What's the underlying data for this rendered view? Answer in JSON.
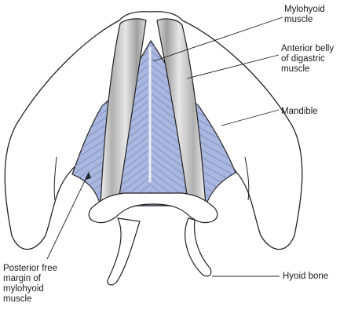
{
  "labels": {
    "mylohyoid": "Mylohyoid\nmuscle",
    "anterior_belly": "Anterior belly\nof digastric\nmuscle",
    "mandible": "Mandible",
    "posterior_margin": "Posterior free\nmargin of\nmylohyoid\nmuscle",
    "hyoid": "Hyoid bone"
  },
  "colors": {
    "muscle_fill": "#a9b6de",
    "muscle_fibers": "#7a86b2",
    "bone_fill": "#ffffff",
    "outline": "#222222",
    "digastric_light": "#e2e2e2",
    "digastric_dark": "#9a9a9a",
    "raphe": "#eef0f8"
  }
}
